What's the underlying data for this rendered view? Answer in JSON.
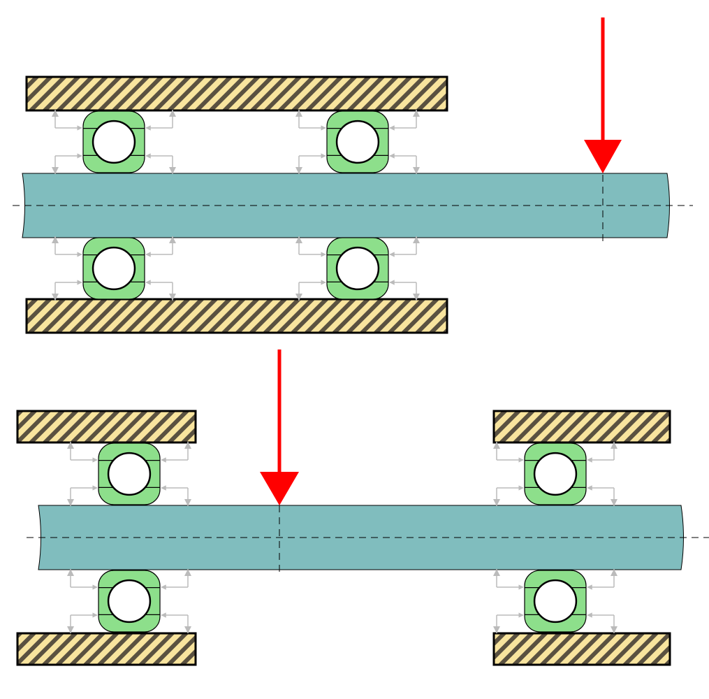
{
  "diagrams": [
    {
      "id": "cantilever",
      "bearing_count": 4,
      "load_arrow_count": 1,
      "load_position": "overhang-right"
    },
    {
      "id": "simply-supported",
      "bearing_count": 4,
      "load_arrow_count": 1,
      "load_position": "between-supports"
    }
  ],
  "colors": {
    "shaft_fill": "#80bdbe",
    "bearing_fill": "#8ddf8b",
    "housing_fill": "#f8e49e",
    "hatch_stroke": "#5a5140",
    "load_arrow": "#ff0000",
    "dimension_lines": "#bbbbbb",
    "outline": "#000000"
  },
  "icons": {
    "load": "down-arrow-icon",
    "bearing": "ball-bearing-icon",
    "housing": "hatched-housing-icon"
  }
}
